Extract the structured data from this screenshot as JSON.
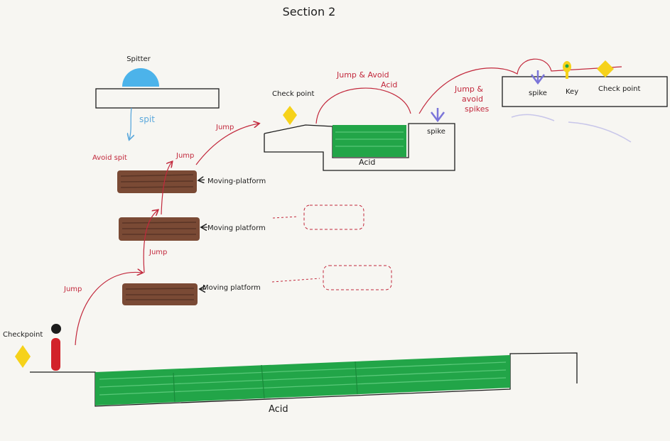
{
  "title": "Section 2",
  "colors": {
    "ink": "#1c1c1c",
    "annotation_red": "#c2283c",
    "spit_blue": "#5ba8dc",
    "spitter_blue": "#4cb3ea",
    "acid_green": "#22a548",
    "acid_stripe": "#58c878",
    "wood_brown": "#7a4a35",
    "wood_dark": "#5a3526",
    "checkpoint_yellow": "#f6d21a",
    "spike_purple": "#7b75d9",
    "player_red": "#d2232a"
  },
  "labels": {
    "spitter": "Spitter",
    "spit": "spit",
    "avoid_spit": "Avoid spit",
    "checkpoint_top": "Check point",
    "jump_to_checkpoint": "Jump",
    "jump_avoid_acid": [
      "Jump & Avoid",
      "Acid"
    ],
    "jump_avoid_spikes": [
      "Jump &",
      "avoid",
      "spikes"
    ],
    "spike_mid": "spike",
    "acid_mid": "Acid",
    "spike_right": "spike",
    "key": "Key",
    "checkpoint_right": "Check point",
    "jump_upper": "Jump",
    "moving_platform_1": "Moving-platform",
    "moving_platform_2": "Moving platform",
    "moving_platform_3": "Moving platform",
    "jump_middle": "Jump",
    "jump_lower": "Jump",
    "checkpoint_left": "Checkpoint",
    "acid_bottom": "Acid"
  }
}
